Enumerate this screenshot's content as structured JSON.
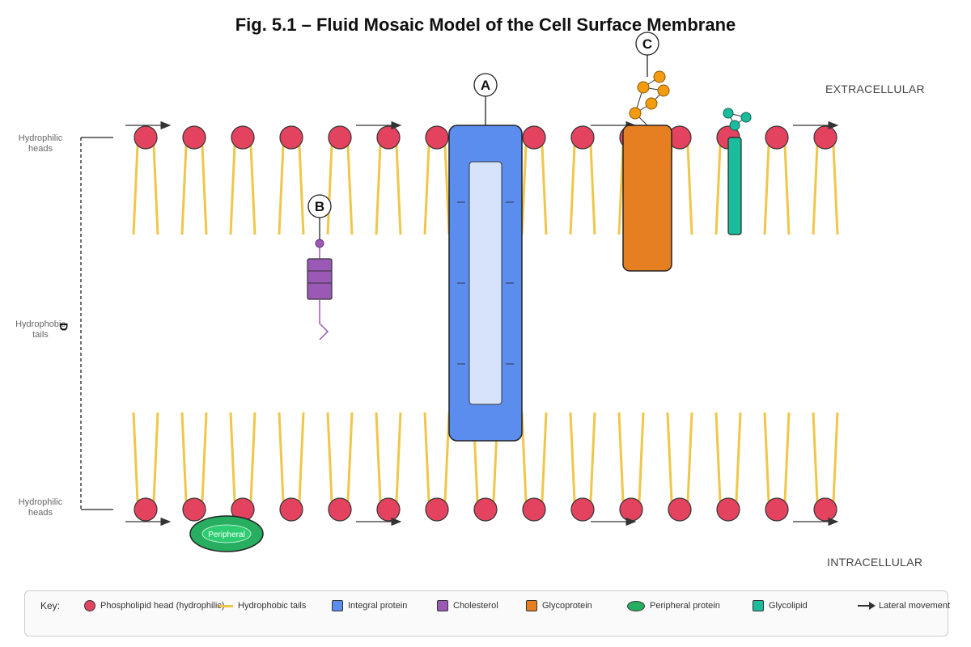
{
  "title": "Fig. 5.1 – Fluid Mosaic Model of the Cell Surface Membrane",
  "regions": {
    "extracellular": "EXTRACELLULAR",
    "intracellular": "INTRACELLULAR"
  },
  "side_labels": {
    "top_heads": [
      "Hydrophilic",
      "heads"
    ],
    "tails": [
      "Hydrophobic",
      "tails"
    ],
    "bottom_heads": [
      "Hydrophilic",
      "heads"
    ]
  },
  "markers": {
    "a": "A",
    "b": "B",
    "c": "C",
    "d": "D"
  },
  "peripheral_label": "Peripheral",
  "colors": {
    "head": "#e3435f",
    "tail": "#f0c64a",
    "integral": "#5b8def",
    "channel": "#d7e3fb",
    "cholesterol": "#9b59b6",
    "glycoprotein": "#e67e22",
    "sugar": "#f39c12",
    "peripheral": "#27ae60",
    "glycolipid": "#1abc9c",
    "arrow": "#333333"
  },
  "key": {
    "title": "Key:",
    "items": [
      {
        "label": "Phospholipid head (hydrophilic)",
        "swatch": "circle",
        "color": "#e3435f"
      },
      {
        "label": "Hydrophobic tails",
        "swatch": "line",
        "color": "#f0c64a"
      },
      {
        "label": "Integral protein",
        "swatch": "square",
        "color": "#5b8def"
      },
      {
        "label": "Cholesterol",
        "swatch": "square",
        "color": "#9b59b6"
      },
      {
        "label": "Glycoprotein",
        "swatch": "square",
        "color": "#e67e22"
      },
      {
        "label": "Peripheral protein",
        "swatch": "ellipse",
        "color": "#27ae60"
      },
      {
        "label": "Glycolipid",
        "swatch": "square",
        "color": "#1abc9c"
      },
      {
        "label": "Lateral movement",
        "swatch": "arrow",
        "color": "#333333"
      }
    ]
  }
}
